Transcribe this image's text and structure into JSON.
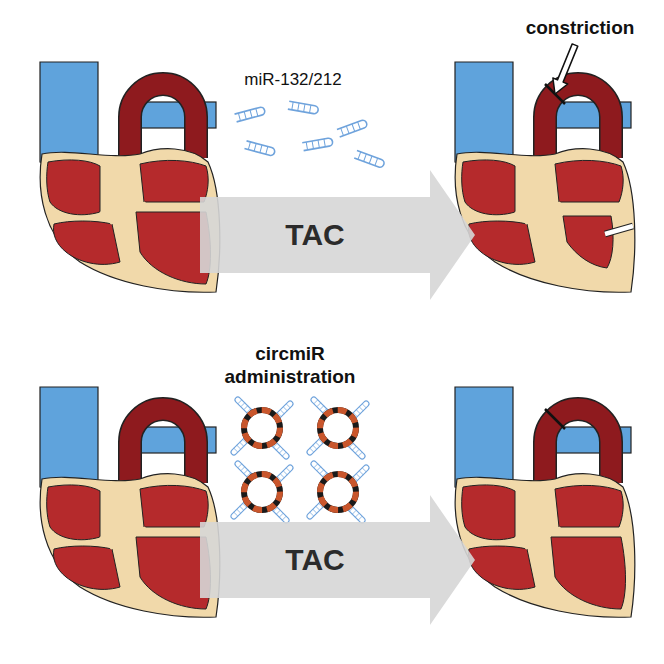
{
  "diagram": {
    "nodes": [
      {
        "text": [
          "TAC"
        ]
      },
      {
        "text": [
          "TAC"
        ]
      }
    ],
    "labels": [
      "constriction",
      "miR-132/212",
      "circmiR administration"
    ]
  }
}
